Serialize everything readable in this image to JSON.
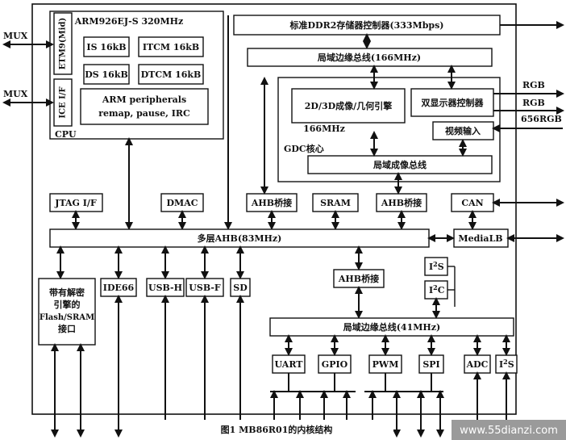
{
  "diagram": {
    "cpu": {
      "title": "ARM926EJ-S 320MHz",
      "etm": "ETM9(Mid)",
      "ice": "ICE I/F",
      "is": "IS 16kB",
      "itcm": "ITCM 16kB",
      "ds": "DS 16kB",
      "dtcm": "DTCM 16kB",
      "peripherals_line1": "ARM peripherals",
      "peripherals_line2": "remap, pause, IRC",
      "label": "CPU"
    },
    "mux_top": "MUX",
    "mux_bottom": "MUX",
    "ddr2": "标准DDR2存储器控制器(333Mbps)",
    "local_bus_166": "局域边缘总线(166MHz)",
    "gdc": {
      "engine": "2D/3D成像/几何引擎",
      "engine_freq": "166MHz",
      "dual_display": "双显示器控制器",
      "video_in": "视频输入",
      "label": "GDC核心",
      "image_bus": "局域成像总线"
    },
    "rgb_1": "RGB",
    "rgb_2": "RGB",
    "rgb_3": "656RGB",
    "jtag": "JTAG I/F",
    "dmac": "DMAC",
    "ahb_bridge_1": "AHB桥接",
    "sram": "SRAM",
    "ahb_bridge_2": "AHB桥接",
    "can": "CAN",
    "multilayer_ahb": "多层AHB(83MHz)",
    "medialb": "MediaLB",
    "flash_if": [
      "带有解密",
      "引擎的",
      "Flash/SRAM",
      "接口"
    ],
    "ide66": "IDE66",
    "usb_h": "USB-H",
    "usb_f": "USB-F",
    "sd": "SD",
    "ahb_bridge_3": "AHB桥接",
    "i2s_top_main": "I",
    "i2s_top_sup": "2",
    "i2s_top_tail": "S",
    "i2c_main": "I",
    "i2c_sup": "2",
    "i2c_tail": "C",
    "local_bus_41": "局域边缘总线(41MHz)",
    "uart": "UART",
    "gpio": "GPIO",
    "pwm": "PWM",
    "spi": "SPI",
    "adc": "ADC",
    "i2s_bottom_main": "I",
    "i2s_bottom_sup": "2",
    "i2s_bottom_tail": "S",
    "caption": "图1   MB86R01的内核结构",
    "watermark": "www.55dianzi.com"
  }
}
